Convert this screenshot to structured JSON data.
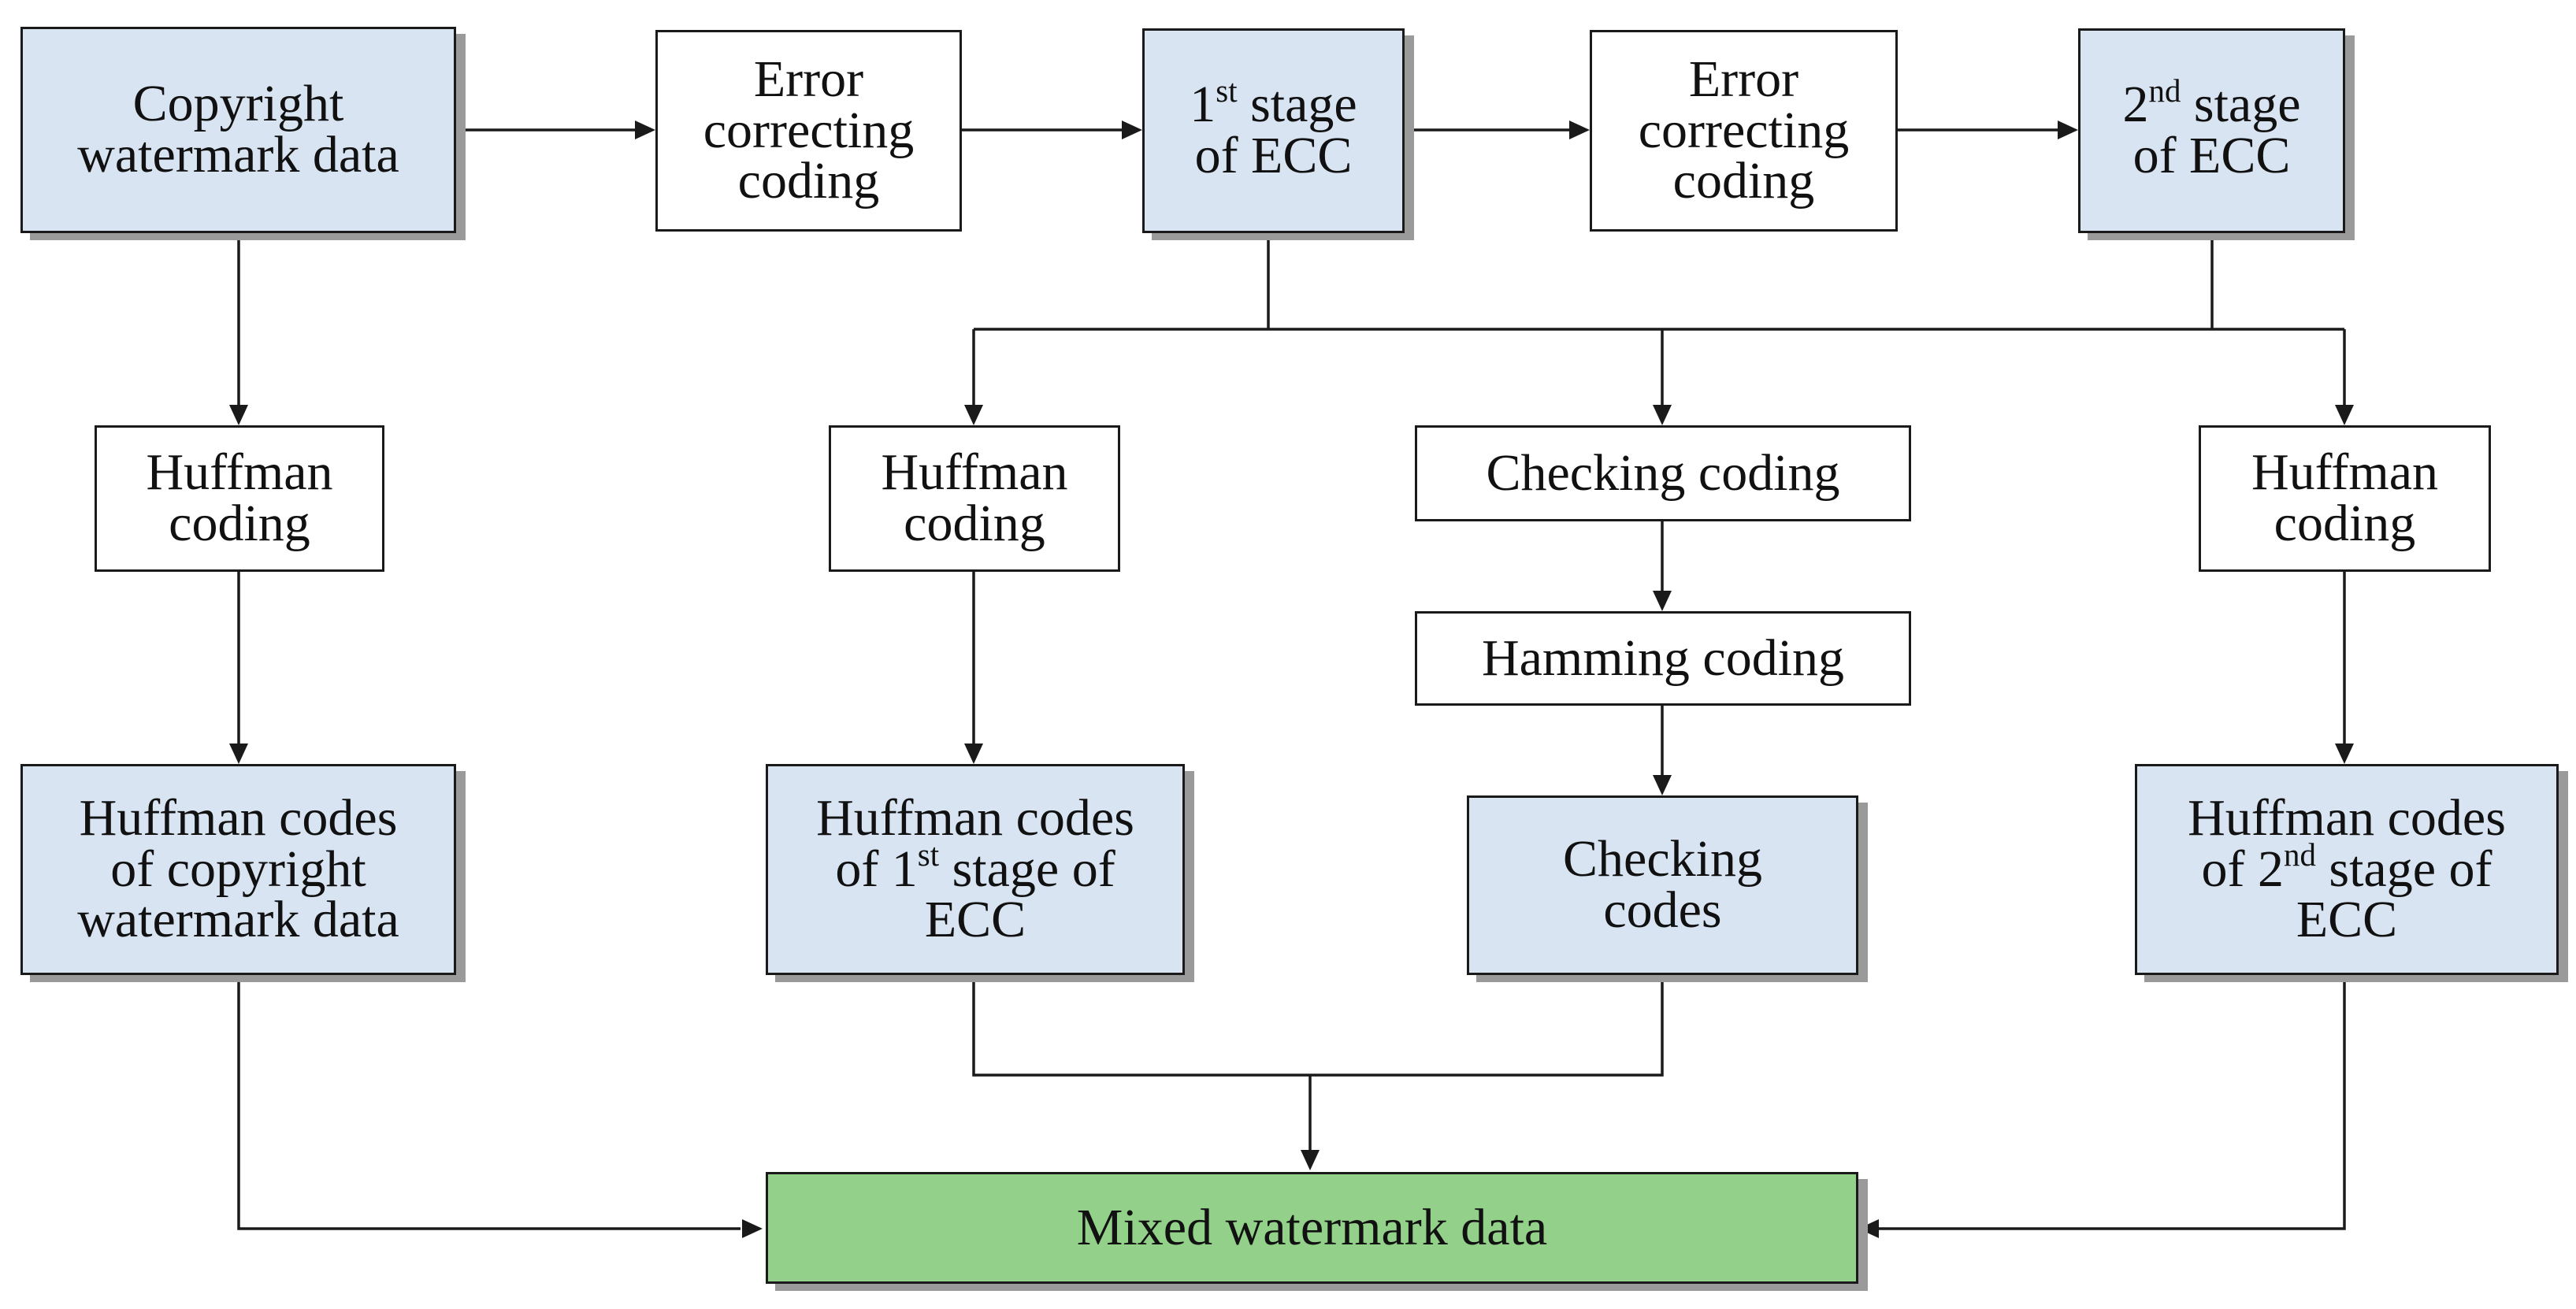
{
  "nodes": {
    "copyright": {
      "label": "Copyright\nwatermark data"
    },
    "ecc1": {
      "label": "Error\ncorrecting\ncoding"
    },
    "stage1": {
      "prefix": "1",
      "sup": "st",
      "suffix": " stage\nof ECC"
    },
    "ecc2": {
      "label": "Error\ncorrecting\ncoding"
    },
    "stage2": {
      "prefix": "2",
      "sup": "nd",
      "suffix": " stage\nof ECC"
    },
    "huffman_left": {
      "label": "Huffman\ncoding"
    },
    "huffman_mid": {
      "label": "Huffman\ncoding"
    },
    "checking_coding": {
      "label": "Checking coding"
    },
    "hamming": {
      "label": "Hamming coding"
    },
    "huffman_right": {
      "label": "Huffman\ncoding"
    },
    "codes_copyright": {
      "label": "Huffman codes\nof copyright\nwatermark data"
    },
    "codes_stage1": {
      "prefix": "Huffman codes\nof 1",
      "sup": "st",
      "suffix": " stage of\nECC"
    },
    "checking_codes": {
      "label": "Checking\ncodes"
    },
    "codes_stage2": {
      "prefix": "Huffman codes\nof 2",
      "sup": "nd",
      "suffix": " stage of\nECC"
    },
    "mixed": {
      "label": "Mixed watermark data"
    }
  },
  "colors": {
    "source_fill": "#d8e4f1",
    "process_fill": "#ffffff",
    "output_fill": "#93d08a",
    "stroke": "#1a1a1a",
    "shadow": "#9a9a9a"
  }
}
